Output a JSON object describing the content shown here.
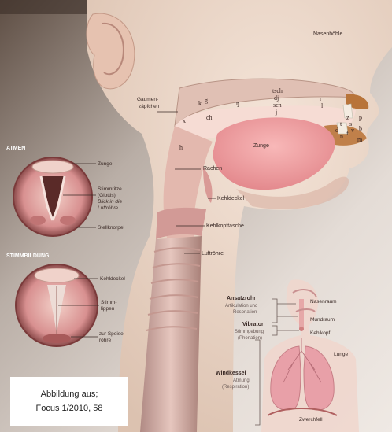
{
  "head": {
    "labels": {
      "nasenhoehle": "Nasenhöhle",
      "gaumenzaepfchen_1": "Gaumen-",
      "gaumenzaepfchen_2": "zäpfchen",
      "zunge": "Zunge",
      "rachen": "Rachen",
      "kehldeckel": "Kehldeckel",
      "kehlkopftasche": "Kehlkopftasche",
      "luftroehre": "Luftröhre"
    },
    "phonemes": [
      "k",
      "g",
      "ŋ",
      "x",
      "ch",
      "tsch",
      "dj",
      "sch",
      "j",
      "r",
      "l",
      "h",
      "t",
      "d",
      "z",
      "s",
      "n",
      "p",
      "b",
      "v",
      "f",
      "m"
    ]
  },
  "atmen": {
    "title": "ATMEN",
    "labels": {
      "zunge": "Zunge",
      "stimmritze_1": "Stimmritze",
      "stimmritze_2": "(Glottis)",
      "stimmritze_3": "Blick in die",
      "stimmritze_4": "Luftröhre",
      "stellknorpel": "Stellknorpel"
    }
  },
  "stimmbildung": {
    "title": "STIMMBILDUNG",
    "labels": {
      "kehldeckel": "Kehldeckel",
      "stimmlippen_1": "Stimm-",
      "stimmlippen_2": "lippen",
      "speiseroehre_1": "zur Speise-",
      "speiseroehre_2": "röhre"
    }
  },
  "body_diagram": {
    "groups": [
      {
        "title": "Ansatzrohr",
        "desc_1": "Artikulation und",
        "desc_2": "Resonation"
      },
      {
        "title": "Vibrator",
        "desc_1": "Stimmgebung",
        "desc_2": "(Phonation)"
      },
      {
        "title": "Windkessel",
        "desc_1": "Atmung",
        "desc_2": "(Respiration)"
      }
    ],
    "organs": {
      "nasenraum": "Nasenraum",
      "mundraum": "Mundraum",
      "kehlkopf": "Kehlkopf",
      "lunge": "Lunge",
      "zwerchfell": "Zwerchfell"
    }
  },
  "credit": {
    "line1": "Abbildung aus;",
    "line2": "Focus 1/2010, 58"
  },
  "colors": {
    "skin": "#f0d8c8",
    "tissue": "#e9b5ae",
    "tongue": "#f2a2a4",
    "throat": "#d8a8a2",
    "background": "#d4cdc8"
  }
}
